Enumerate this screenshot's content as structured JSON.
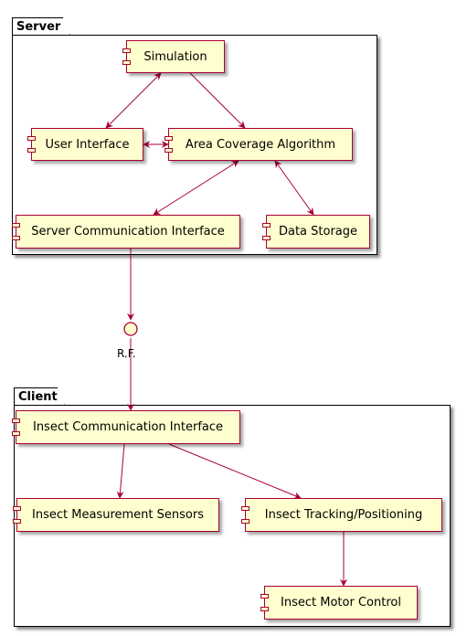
{
  "colors": {
    "component_fill": "#fefece",
    "component_border": "#a80036",
    "arrow": "#a80036",
    "package_border": "#000000"
  },
  "packages": {
    "server": "Server",
    "client": "Client"
  },
  "components": {
    "simulation": "Simulation",
    "user_interface": "User Interface",
    "area_coverage": "Area Coverage Algorithm",
    "server_comm": "Server Communication Interface",
    "data_storage": "Data Storage",
    "insect_comm": "Insect Communication Interface",
    "insect_sensors": "Insect Measurement Sensors",
    "insect_tracking": "Insect Tracking/Positioning",
    "insect_motor": "Insect Motor Control"
  },
  "interface": {
    "rf": "R.F."
  }
}
